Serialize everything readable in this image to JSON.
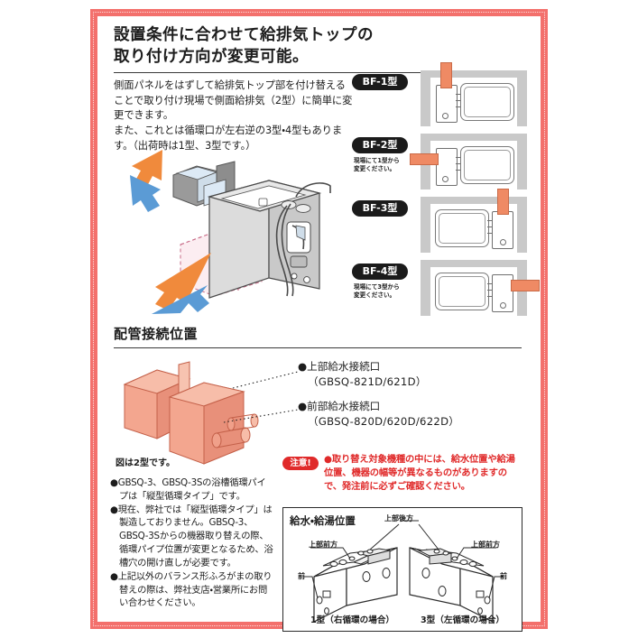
{
  "frame": {
    "border_color": "#f3706c",
    "sheet_color": "#ffffff"
  },
  "header": {
    "title_line1": "設置条件に合わせて給排気トップの",
    "title_line2": "取り付け方向が変更可能。",
    "lead": "側面パネルをはずして給排気トップ部を付け替えることで取り付け現場で側面給排気（2型）に簡単に変更できます。\nまた、これとは循環口が左右逆の3型・4型もあります。（出荷時は1型、3型です。）"
  },
  "bf_types": [
    {
      "tag": "BF-1型",
      "note": "",
      "duct": "top",
      "side": "left"
    },
    {
      "tag": "BF-2型",
      "note": "現場にて1型から\n変更ください。",
      "duct": "side",
      "side": "left"
    },
    {
      "tag": "BF-3型",
      "note": "",
      "duct": "top",
      "side": "right"
    },
    {
      "tag": "BF-4型",
      "note": "現場にて3型から\n変更ください。",
      "duct": "side",
      "side": "right"
    }
  ],
  "section": {
    "title": "配管接続位置",
    "fig_caption": "図は2型です。",
    "callouts": [
      {
        "label": "●上部給水接続口",
        "models": "（GBSQ-821D/621D）"
      },
      {
        "label": "●前部給水接続口",
        "models": "（GBSQ-820D/620D/622D）"
      }
    ]
  },
  "attention": {
    "badge": "注意!",
    "text": "●取り替え対象機種の中には、給水位置や給湯位置、機器の幅等が異なるものがありますので、発注前に必ずご確認ください。",
    "color": "#e02a2a"
  },
  "notes": [
    "●GBSQ-3、GBSQ-3Sの浴槽循環パイプは「縦型循環タイプ」です。",
    "●現在、弊社では「縦型循環タイプ」は製造しておりません。GBSQ-3、GBSQ-3Sからの機器取り替えの際、循環パイプ位置が変更となるため、浴槽穴の開け直しが必要です。",
    "●上記以外のバランス形ふろがまの取り替えの際は、弊社支店・営業所にお問い合わせください。"
  ],
  "water_box": {
    "title": "給水・給湯位置",
    "label_top_rear": "上部後方",
    "label_top_front_left": "上部前方",
    "label_top_front_right": "上部前方",
    "label_front_left": "前",
    "label_front_right": "前",
    "caption_left": "1型（右循環の場合）",
    "caption_right": "3型（左循環の場合）"
  },
  "colors": {
    "frame": "#f3706c",
    "duct": "#ef8a64",
    "wall": "#c9c9c9",
    "arrow_orange": "#f08a3c",
    "arrow_blue": "#5b9bd5",
    "body_gray": "#d6d6d6",
    "pipe_pink": "#f0a08a",
    "attention_red": "#e02a2a",
    "ink": "#1d1d1d"
  }
}
